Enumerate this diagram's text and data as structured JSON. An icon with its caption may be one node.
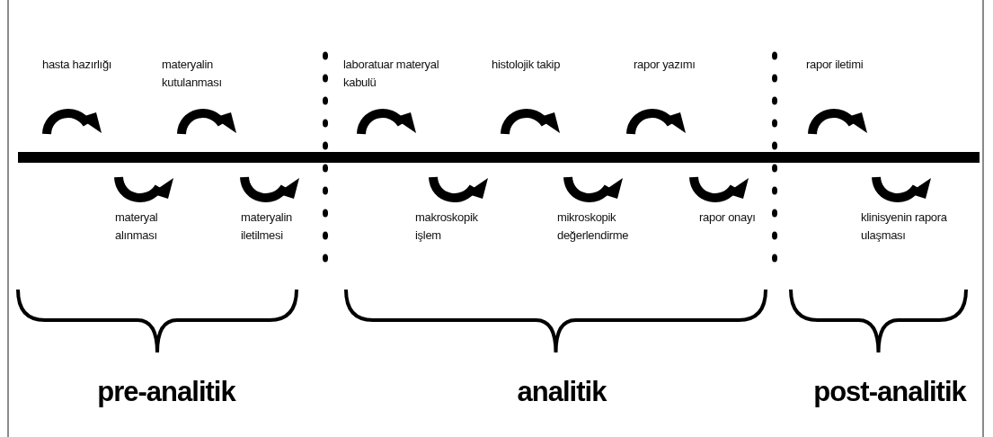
{
  "diagram": {
    "labels": [
      "hasta hazırlığı",
      "materyal alınması",
      "materyalin kutulanması",
      "materyalin iletilmesi",
      "laboratuar materyal kabulü",
      "makroskopik işlem",
      "histolojik takip",
      "mikroskopik değerlendirme",
      "rapor yazımı",
      "rapor onayı",
      "rapor iletimi",
      "klinisyenin rapora ulaşması",
      "pre-analitik",
      "analitik",
      "post-analitik"
    ]
  }
}
